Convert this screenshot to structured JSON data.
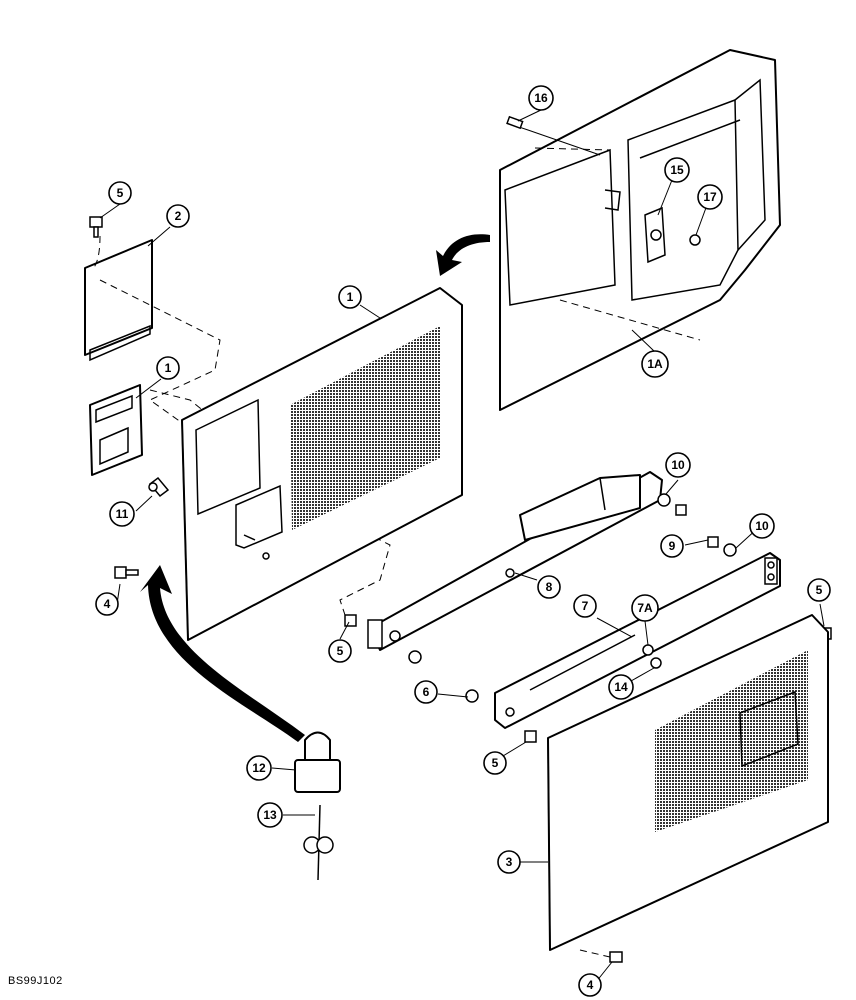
{
  "callouts": {
    "c1a": "1",
    "c1b": "1",
    "c1A": "1A",
    "c2": "2",
    "c3": "3",
    "c4a": "4",
    "c4b": "4",
    "c5a": "5",
    "c5b": "5",
    "c5c": "5",
    "c5d": "5",
    "c6": "6",
    "c7": "7",
    "c7A": "7A",
    "c8": "8",
    "c9": "9",
    "c10a": "10",
    "c10b": "10",
    "c11": "11",
    "c12": "12",
    "c13": "13",
    "c14": "14",
    "c15": "15",
    "c16": "16",
    "c17": "17"
  },
  "drawing_code": "BS99J102"
}
